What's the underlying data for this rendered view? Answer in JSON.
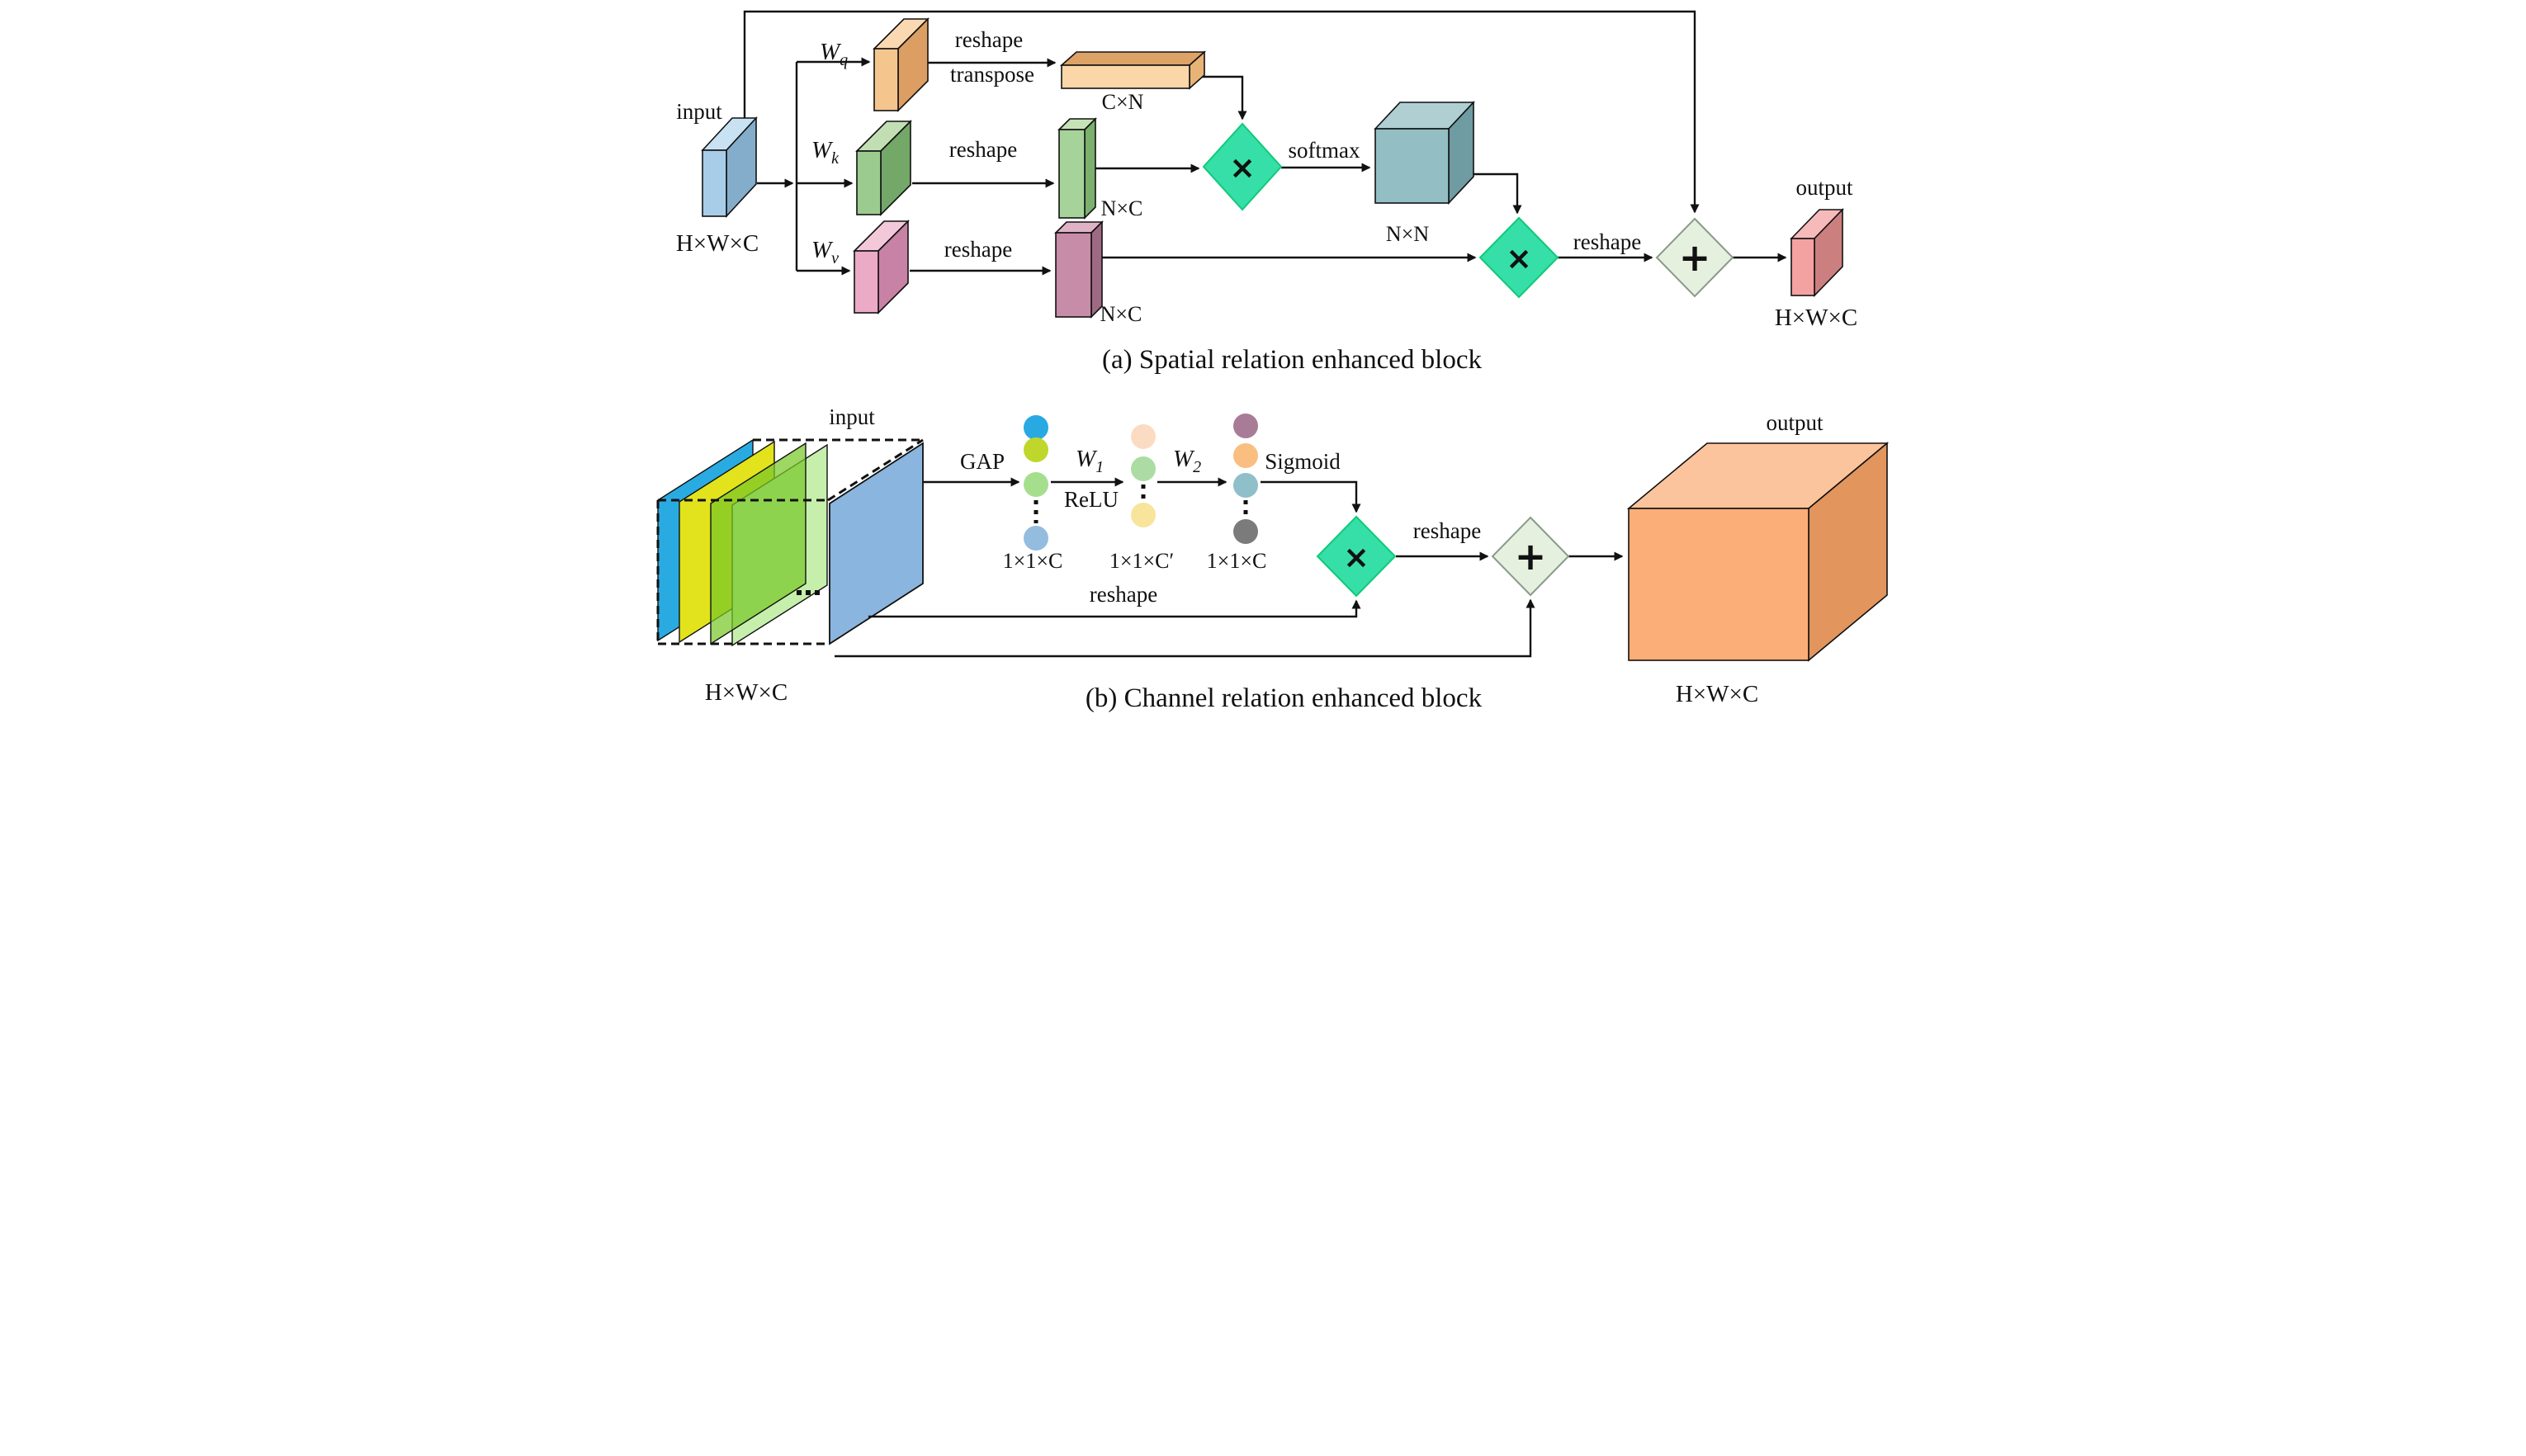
{
  "figure": {
    "type": "neural-network architecture diagram, two attention blocks"
  },
  "panel_a": {
    "caption": "(a) Spatial relation enhanced block",
    "input_label": "input",
    "input_dims": "H×W×C",
    "wq_base": "W",
    "wq_sub": "q",
    "wk_base": "W",
    "wk_sub": "k",
    "wv_base": "W",
    "wv_sub": "v",
    "reshape": "reshape",
    "transpose": "transpose",
    "softmax": "softmax",
    "multiply": "×",
    "add": "+",
    "dim_cn": "C×N",
    "dim_nc_key": "N×C",
    "dim_nc_value": "N×C",
    "dim_nn": "N×N",
    "output_label": "output",
    "output_dims": "H×W×C"
  },
  "panel_b": {
    "caption": "(b) Channel relation enhanced block",
    "input_label": "input",
    "input_dims": "H×W×C",
    "gap": "GAP",
    "w1_base": "W",
    "w1_sub": "1",
    "relu": "ReLU",
    "w2_base": "W",
    "w2_sub": "2",
    "sigmoid": "Sigmoid",
    "reshape": "reshape",
    "multiply": "×",
    "add": "+",
    "vec_c1": "1×1×C",
    "vec_cprime": "1×1×C′",
    "vec_c2": "1×1×C",
    "ellipsis": "...",
    "output_label": "output",
    "output_dims": "H×W×C"
  },
  "colors": {
    "multiply_diamond": "#36DFA7",
    "multiply_diamond_stroke": "#0FC97B",
    "add_diamond": "#E5F0DF",
    "add_diamond_stroke": "#8A9A8A",
    "input_slab_front": "#A7CDE9",
    "wq_slab_front": "#F5C58E",
    "wk_slab_front": "#9CCB8F",
    "wv_slab_front": "#EBAAC5",
    "cn_bar_front": "#FAD6A8",
    "nc_green_bar": "#A6D399",
    "nc_pink_bar": "#C78CA7",
    "nn_cube_front": "#93BEC4",
    "output_a_front": "#F4A1A1",
    "output_b_front": "#FBAE77",
    "sheet_blue": "#29ABE2",
    "sheet_yellow": "#E2E31C",
    "sheet_green": "#78C828",
    "sheet_pale": "#C6EFAC",
    "big_plane": "#8AB5DE",
    "dot_col1": [
      "#29A9E1",
      "#BFD72B",
      "#A5DF8E",
      "#93BCDF"
    ],
    "dot_col2": [
      "#FBDCC3",
      "#ACDCA3",
      "#F9E49C"
    ],
    "dot_col3": [
      "#A87C97",
      "#F9BE80",
      "#8FBFC9",
      "#7B7B7B"
    ]
  }
}
